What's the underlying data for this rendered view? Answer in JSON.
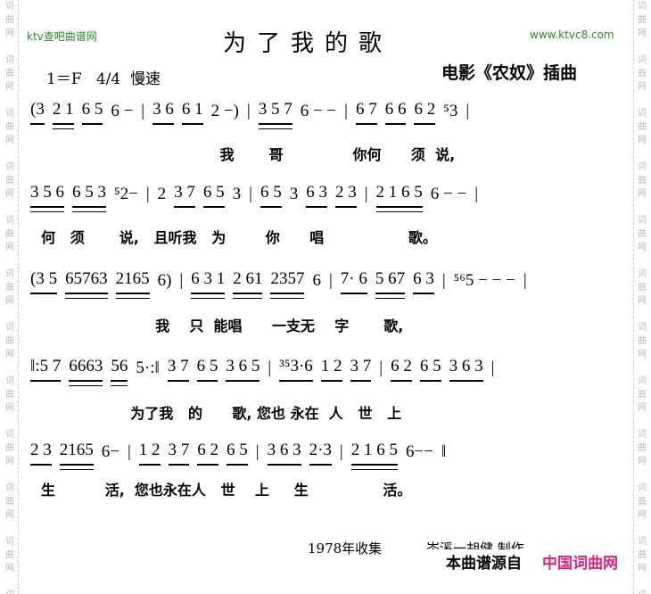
{
  "watermark": "词曲网",
  "header": {
    "site_left": "ktv查吧曲谱网",
    "title": "为了我的歌",
    "site_right": "www.ktvc8.com",
    "key": "1＝F   4/4  慢速",
    "source": "电影《农奴》插曲"
  },
  "lines": [
    {
      "notes": [
        {
          "t": "(3",
          "u": 1
        },
        {
          "t": "2 1",
          "u": 2
        },
        {
          "t": "6 5",
          "u": 1
        },
        {
          "t": "6 −",
          "u": 0
        },
        {
          "t": "|",
          "u": 0
        },
        {
          "t": "3 6",
          "u": 1
        },
        {
          "t": "6 1",
          "u": 1
        },
        {
          "t": "2 −)",
          "u": 0
        },
        {
          "t": "|",
          "u": 0
        },
        {
          "t": "3 5 7",
          "u": 2
        },
        {
          "t": "6 − −",
          "u": 0
        },
        {
          "t": "|",
          "u": 0
        },
        {
          "t": "6 7",
          "u": 1
        },
        {
          "t": "6 6",
          "u": 1
        },
        {
          "t": "6 2",
          "u": 1
        },
        {
          "t": "⁵3",
          "u": 0
        },
        {
          "t": "|",
          "u": 0
        }
      ],
      "lyrics": "                                    我       哥              你何      须  说,"
    },
    {
      "notes": [
        {
          "t": "3 5 6",
          "u": 2
        },
        {
          "t": "6 5 3",
          "u": 2
        },
        {
          "t": "⁵2−",
          "u": 0
        },
        {
          "t": "|",
          "u": 0
        },
        {
          "t": "2",
          "u": 0
        },
        {
          "t": "3 7",
          "u": 1
        },
        {
          "t": "6 5",
          "u": 1
        },
        {
          "t": "3",
          "u": 0
        },
        {
          "t": "|",
          "u": 0
        },
        {
          "t": "6 5",
          "u": 1
        },
        {
          "t": "3",
          "u": 0
        },
        {
          "t": "6 3",
          "u": 1
        },
        {
          "t": "2 3",
          "u": 1
        },
        {
          "t": "|",
          "u": 0
        },
        {
          "t": "2 1 6 5",
          "u": 2
        },
        {
          "t": "6 − −",
          "u": 0
        },
        {
          "t": "|",
          "u": 0
        }
      ],
      "lyrics": "何   须       说,   且听我   为        你      唱                 歌。"
    },
    {
      "notes": [
        {
          "t": "(3 5",
          "u": 1
        },
        {
          "t": "65763",
          "u": 2
        },
        {
          "t": "2165",
          "u": 2
        },
        {
          "t": "6)",
          "u": 0
        },
        {
          "t": "|",
          "u": 0
        },
        {
          "t": "6 3 1",
          "u": 2
        },
        {
          "t": "2 61",
          "u": 2
        },
        {
          "t": "2357",
          "u": 2
        },
        {
          "t": "6",
          "u": 0
        },
        {
          "t": "|",
          "u": 0
        },
        {
          "t": "7· 6",
          "u": 1
        },
        {
          "t": "5 67",
          "u": 2
        },
        {
          "t": "6 3",
          "u": 1
        },
        {
          "t": "|",
          "u": 0
        },
        {
          "t": "⁵⁶5 − − −",
          "u": 0
        },
        {
          "t": "|",
          "u": 0
        }
      ],
      "lyrics": "                       我    只  能唱      一支无    字       歌,"
    },
    {
      "notes": [
        {
          "t": "‖:5 7",
          "u": 1
        },
        {
          "t": "6663",
          "u": 2
        },
        {
          "t": "56",
          "u": 2
        },
        {
          "t": "5·:‖",
          "u": 0
        },
        {
          "t": "3 7",
          "u": 1
        },
        {
          "t": "6 5",
          "u": 1
        },
        {
          "t": "3 6 5",
          "u": 1
        },
        {
          "t": "|",
          "u": 0
        },
        {
          "t": "³⁵3·6",
          "u": 1
        },
        {
          "t": "1 2",
          "u": 1
        },
        {
          "t": "3 7",
          "u": 1
        },
        {
          "t": "|",
          "u": 0
        },
        {
          "t": "6 2",
          "u": 1
        },
        {
          "t": "6 5",
          "u": 1
        },
        {
          "t": "3 6 3",
          "u": 1
        },
        {
          "t": "|",
          "u": 0
        }
      ],
      "lyrics": "                  为了我   的      歌, 您也 永在  人   世   上"
    },
    {
      "notes": [
        {
          "t": "2 3",
          "u": 1
        },
        {
          "t": "2165",
          "u": 2
        },
        {
          "t": "6−",
          "u": 0
        },
        {
          "t": "|",
          "u": 0
        },
        {
          "t": "1 2",
          "u": 1
        },
        {
          "t": "3 7",
          "u": 1
        },
        {
          "t": "6 2",
          "u": 1
        },
        {
          "t": "6 5",
          "u": 1
        },
        {
          "t": "|",
          "u": 0
        },
        {
          "t": "3 6 3",
          "u": 1
        },
        {
          "t": "2·3",
          "u": 1
        },
        {
          "t": "|",
          "u": 0
        },
        {
          "t": "2 1 6 5",
          "u": 2
        },
        {
          "t": "6−−",
          "u": 0
        },
        {
          "t": "‖",
          "u": 0
        }
      ],
      "lyrics": "生          活,  您也永在人   世    上     生               活。"
    }
  ],
  "footer": {
    "collected": "1978年收集",
    "maker": "岑溪一胡健 制作",
    "source_label": "本曲谱源自",
    "source_site": "中国词曲网"
  }
}
